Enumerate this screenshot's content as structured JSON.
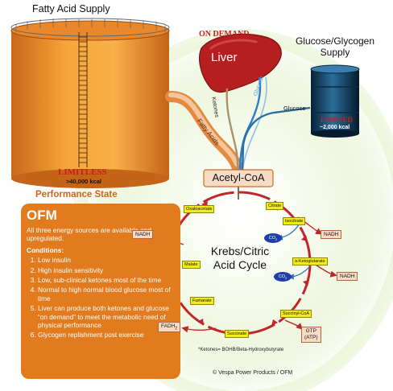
{
  "header": {
    "fatty_acid_supply": "Fatty Acid Supply",
    "on_demand": "ON DEMAND",
    "glucose_glycogen_supply_line1": "Glucose/Glycogen",
    "glucose_glycogen_supply_line2": "Supply"
  },
  "tank": {
    "limitless": "LIMITLESS",
    "capacity": ">40,000 kcal"
  },
  "liver": {
    "label": "Liver"
  },
  "barrel": {
    "limited": "LIMITED",
    "capacity": "~2,000 kcal"
  },
  "pipes": {
    "ketones": "Ketones",
    "glucose_branch": "Glucose",
    "fatty_acids": "Fatty Acids",
    "glucose_feed": "Glucose"
  },
  "acetyl_coa": "Acetyl-CoA",
  "performance_state": "Performance State",
  "panel": {
    "title": "OFM",
    "intro": "All three energy sources are available and upregulated.",
    "conditions_title": "Conditions:",
    "conditions": [
      "Low insulin",
      "High insulin sensitivity",
      "Low, sub-clinical ketones most of the time",
      "Normal to high normal blood glucose most of time",
      "Liver can produce both ketones and glucose “on demand” to meet the metabolic need of physical performance",
      "Glycogen replishment post exercise"
    ]
  },
  "krebs": {
    "title_line1": "Krebs/Citric",
    "title_line2": "Acid Cycle",
    "intermediates": {
      "oxaloacetate": "Oxaloacetate",
      "citrate": "Citrate",
      "isocitrate": "Isocitrate",
      "ketoglutarate": "α-Ketoglutarate",
      "succinyl_coa": "Succinyl-CoA",
      "succinate": "Succinate",
      "fumarate": "Fumarate",
      "malate": "Malate"
    },
    "outputs": {
      "nadh_left": "NADH",
      "nadh_right1": "NADH",
      "nadh_right2": "NADH",
      "fadh2": "FADH",
      "fadh2_sub": "2",
      "gtp": "GTP",
      "atp": "(ATP)",
      "co2_1": "CO",
      "co2_2": "CO",
      "co2_sub": "2"
    }
  },
  "footnote": "*Ketones= BOHB/Beta-Hydroxybutyrate",
  "copyright": "© Vespa Power Products / OFM",
  "colors": {
    "tank_orange": "#f39a2e",
    "panel_orange": "#e27a1e",
    "liver_red": "#b51f1f",
    "barrel_blue": "#0f3d60",
    "cycle_red": "#c0262b",
    "label_yellow": "#f4ec1a",
    "glow_green": "#cfe7a6"
  }
}
